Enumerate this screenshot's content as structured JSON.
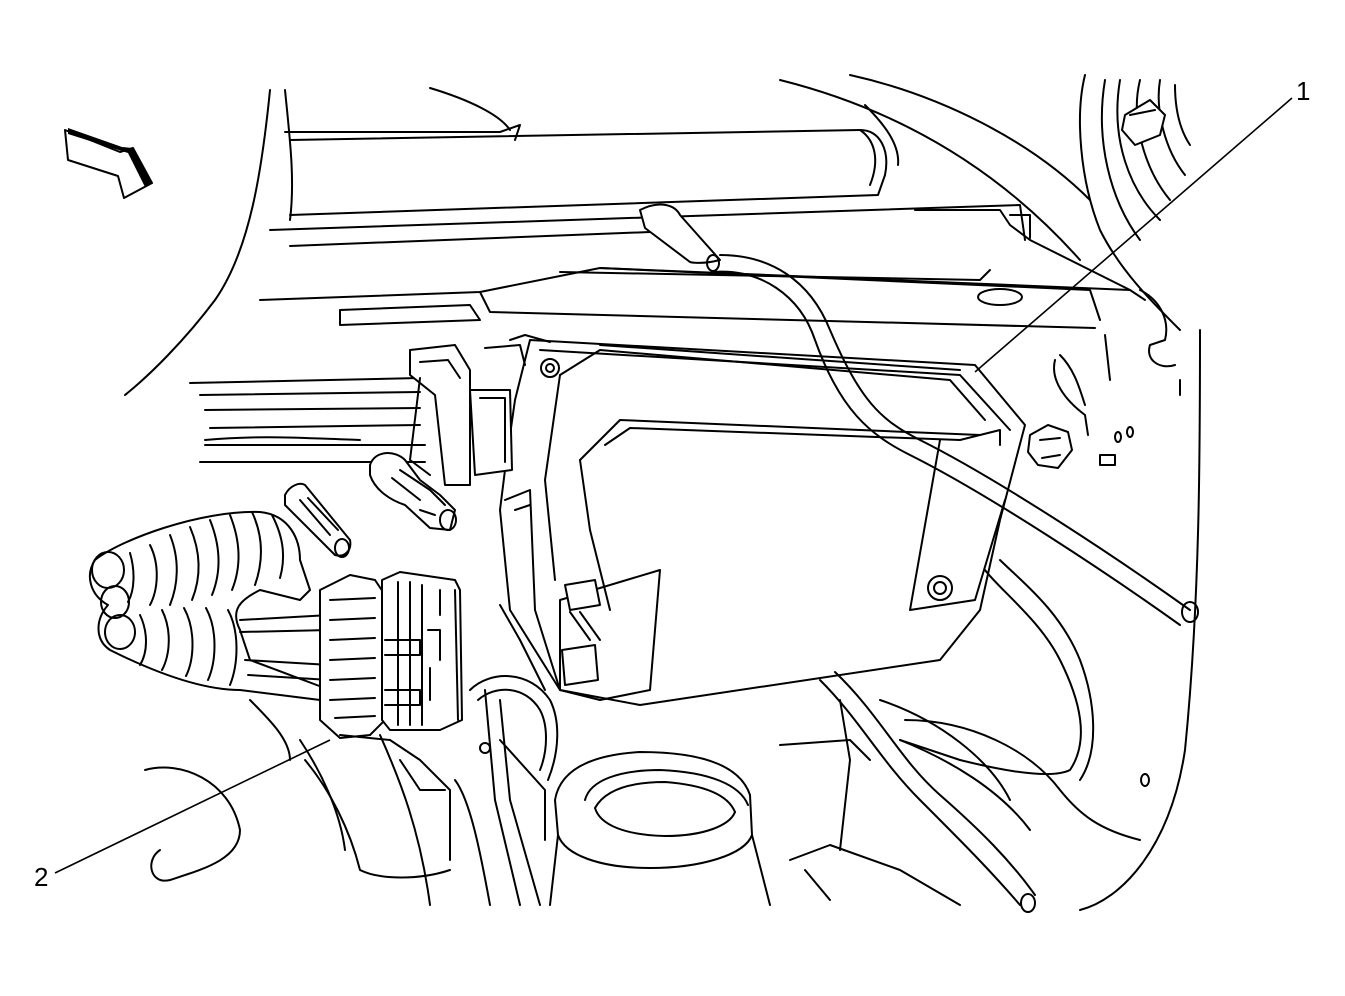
{
  "callouts": [
    {
      "id": "1",
      "label": "1"
    },
    {
      "id": "2",
      "label": "2"
    }
  ],
  "colors": {
    "line": "#000000",
    "background": "#ffffff"
  },
  "icons": {
    "direction_arrow": "front-direction-arrow-icon"
  }
}
